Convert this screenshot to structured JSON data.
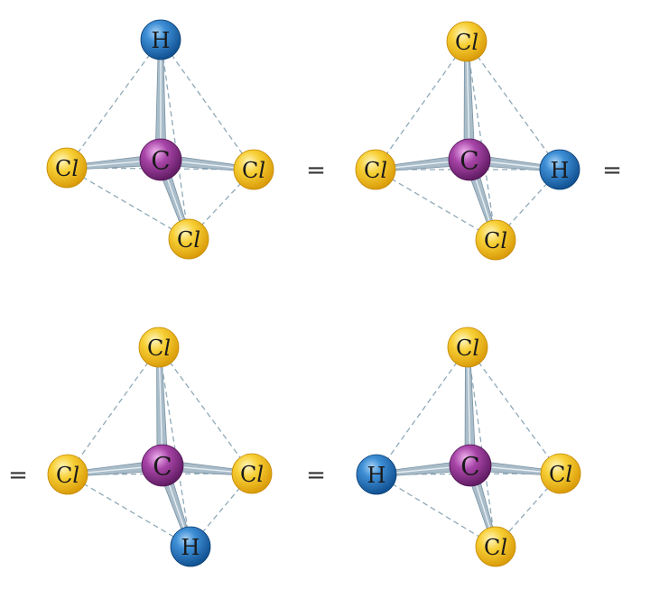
{
  "molecules": [
    {
      "name": "molecule-1",
      "atoms": {
        "top": {
          "element": "H",
          "label": "H"
        },
        "left": {
          "element": "Cl",
          "label": "Cl"
        },
        "right": {
          "element": "Cl",
          "label": "Cl"
        },
        "bottom": {
          "element": "Cl",
          "label": "Cl"
        },
        "center": {
          "element": "C",
          "label": "C"
        }
      }
    },
    {
      "name": "molecule-2",
      "atoms": {
        "top": {
          "element": "Cl",
          "label": "Cl"
        },
        "left": {
          "element": "Cl",
          "label": "Cl"
        },
        "right": {
          "element": "H",
          "label": "H"
        },
        "bottom": {
          "element": "Cl",
          "label": "Cl"
        },
        "center": {
          "element": "C",
          "label": "C"
        }
      }
    },
    {
      "name": "molecule-3",
      "atoms": {
        "top": {
          "element": "Cl",
          "label": "Cl"
        },
        "left": {
          "element": "Cl",
          "label": "Cl"
        },
        "right": {
          "element": "Cl",
          "label": "Cl"
        },
        "bottom": {
          "element": "H",
          "label": "H"
        },
        "center": {
          "element": "C",
          "label": "C"
        }
      }
    },
    {
      "name": "molecule-4",
      "atoms": {
        "top": {
          "element": "Cl",
          "label": "Cl"
        },
        "left": {
          "element": "H",
          "label": "H"
        },
        "right": {
          "element": "Cl",
          "label": "Cl"
        },
        "bottom": {
          "element": "Cl",
          "label": "Cl"
        },
        "center": {
          "element": "C",
          "label": "C"
        }
      }
    }
  ],
  "equals_signs": [
    {
      "label": "="
    },
    {
      "label": "="
    },
    {
      "label": "="
    },
    {
      "label": "="
    }
  ],
  "colors": {
    "H": "#1d6fb8",
    "Cl": "#f2c01e",
    "C": "#8f2f8f",
    "bond": "#9fb4c2",
    "dashed_edge": "#8fa9b8"
  }
}
